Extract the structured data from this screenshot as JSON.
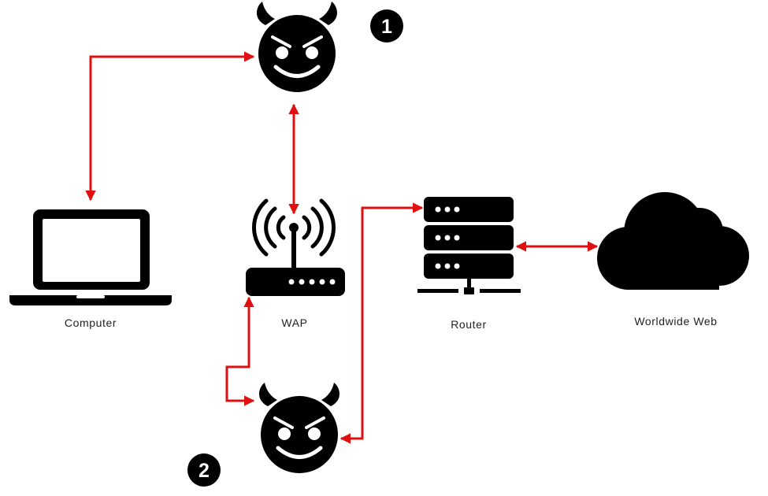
{
  "colors": {
    "arrow": "#e01010",
    "icon": "#000000",
    "background": "#ffffff",
    "badge_text": "#ffffff"
  },
  "nodes": {
    "computer": {
      "label": "Computer",
      "icon": "laptop-icon"
    },
    "wap": {
      "label": "WAP",
      "icon": "wireless-access-point-icon"
    },
    "router": {
      "label": "Router",
      "icon": "server-rack-icon"
    },
    "internet": {
      "label": "Worldwide Web",
      "icon": "cloud-icon"
    },
    "attacker_1": {
      "icon": "devil-face-icon"
    },
    "attacker_2": {
      "icon": "devil-face-icon"
    }
  },
  "badges": {
    "one": "1",
    "two": "2"
  }
}
